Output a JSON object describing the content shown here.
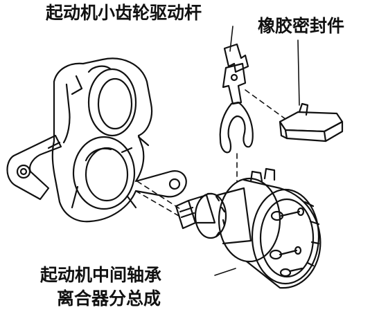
{
  "labels": {
    "pinion_drive_lever": "起动机小齿轮驱动杆",
    "rubber_seal": "橡胶密封件",
    "clutch_line1": "起动机中间轴承",
    "clutch_line2": "离合器分总成"
  },
  "colors": {
    "ink": "#111111",
    "paper": "#ffffff",
    "shade": "#d9d9d9"
  }
}
